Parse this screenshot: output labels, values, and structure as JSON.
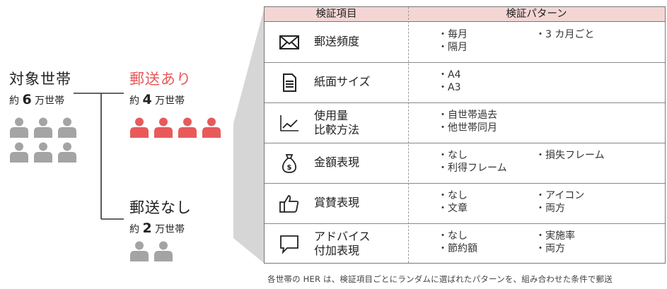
{
  "left": {
    "target": {
      "title": "対象世帯",
      "count_prefix": "約",
      "count_num": "6",
      "count_suffix": "万世帯"
    },
    "mail_yes": {
      "title": "郵送あり",
      "count_prefix": "約",
      "count_num": "4",
      "count_suffix": "万世帯"
    },
    "mail_no": {
      "title": "郵送なし",
      "count_prefix": "約",
      "count_num": "2",
      "count_suffix": "万世帯"
    }
  },
  "colors": {
    "red": "#e85a5a",
    "gray": "#a4a4a4",
    "header_bg": "#f3d6d4",
    "trapezoid": "#d6d6d6"
  },
  "table": {
    "header": {
      "col1": "検証項目",
      "col2": "検証パターン"
    },
    "rows": [
      {
        "icon": "envelope-icon",
        "label1": "郵送頻度",
        "label2": "",
        "col_a": [
          "・毎月",
          "・隔月"
        ],
        "col_b": [
          "・3 カ月ごと"
        ]
      },
      {
        "icon": "document-icon",
        "label1": "紙面サイズ",
        "label2": "",
        "col_a": [
          "・A4",
          "・A3"
        ],
        "col_b": []
      },
      {
        "icon": "line-chart-icon",
        "label1": "使用量",
        "label2": "比較方法",
        "col_a": [
          "・自世帯過去",
          "・他世帯同月"
        ],
        "col_b": []
      },
      {
        "icon": "money-bag-icon",
        "label1": "金額表現",
        "label2": "",
        "col_a": [
          "・なし",
          "・利得フレーム"
        ],
        "col_b": [
          "・損失フレーム"
        ]
      },
      {
        "icon": "thumbs-up-icon",
        "label1": "賞賛表現",
        "label2": "",
        "col_a": [
          "・なし",
          "・文章"
        ],
        "col_b": [
          "・アイコン",
          "・両方"
        ]
      },
      {
        "icon": "speech-bubble-icon",
        "label1": "アドバイス",
        "label2": "付加表現",
        "col_a": [
          "・なし",
          "・節約額"
        ],
        "col_b": [
          "・実施率",
          "・両方"
        ]
      }
    ]
  },
  "caption": "各世帯の HER は、検証項目ごとにランダムに選ばれたパターンを、組み合わせた条件で郵送"
}
